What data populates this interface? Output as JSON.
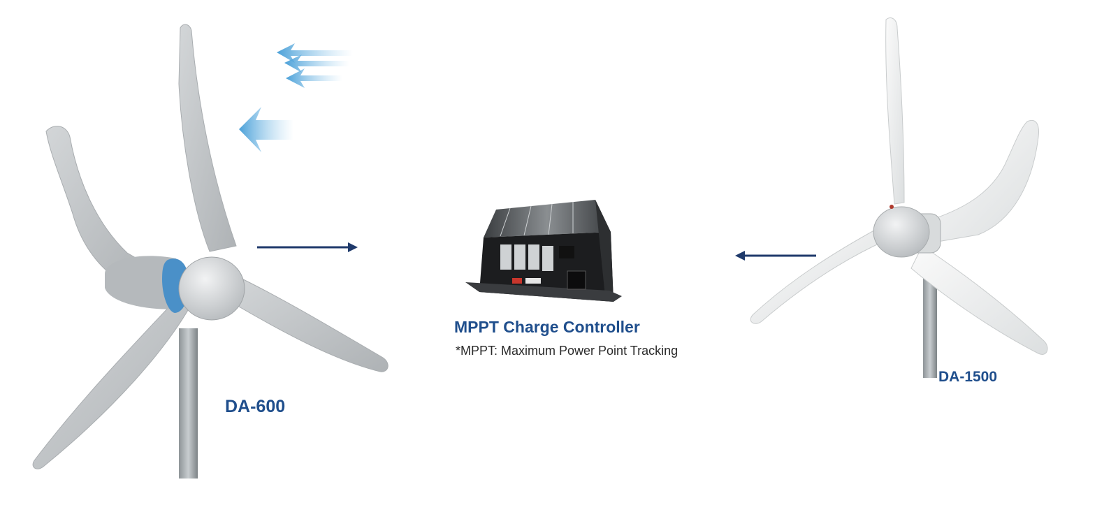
{
  "diagram": {
    "left_turbine": {
      "model": "DA-600",
      "accent_color": "#4a90c8",
      "blade_color": "#c9ccce"
    },
    "right_turbine": {
      "model": "DA-1500",
      "blade_color": "#eceeee"
    },
    "controller": {
      "title": "MPPT Charge Controller",
      "footnote": "*MPPT: Maximum Power Point Tracking",
      "icon": "charge-controller-icon"
    },
    "colors": {
      "label_blue": "#1f4e8c",
      "arrow_navy": "#1f3a6b",
      "wind_blue": "#5aaede"
    },
    "flows": [
      {
        "from": "DA-600",
        "to": "MPPT Charge Controller"
      },
      {
        "from": "DA-1500",
        "to": "MPPT Charge Controller"
      }
    ]
  }
}
